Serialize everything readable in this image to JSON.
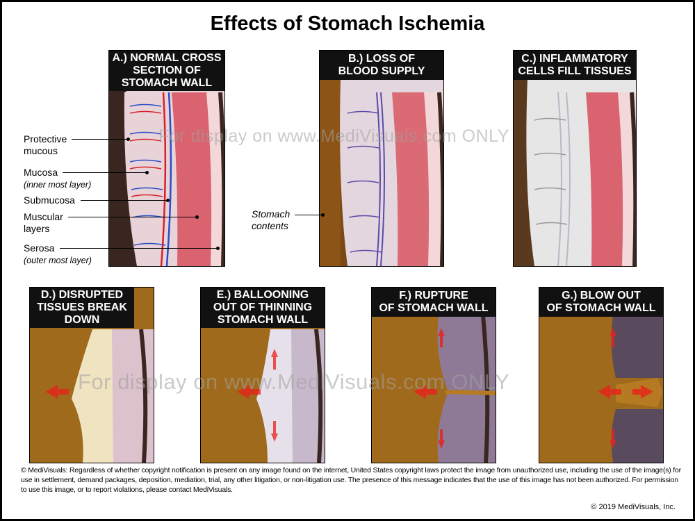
{
  "title": "Effects of Stomach Ischemia",
  "panels": {
    "a": "A.) NORMAL CROSS\nSECTION OF\nSTOMACH WALL",
    "b": "B.) LOSS OF\nBLOOD SUPPLY",
    "c": "C.) INFLAMMATORY\nCELLS FILL TISSUES",
    "d": "D.) DISRUPTED\nTISSUES BREAK\nDOWN",
    "e": "E.) BALLOONING\nOUT OF THINNING\nSTOMACH WALL",
    "f": "F.) RUPTURE\nOF STOMACH WALL",
    "g": "G.) BLOW OUT\nOF STOMACH WALL"
  },
  "labels": {
    "protective": "Protective",
    "mucous": "mucous",
    "mucosa": "Mucosa",
    "mucosa_note": "(inner most layer)",
    "submucosa": "Submucosa",
    "muscular": "Muscular",
    "layers": "layers",
    "serosa": "Serosa",
    "serosa_note": "(outer most layer)",
    "stomach": "Stomach",
    "contents": "contents"
  },
  "watermark": "For display on www.MediVisuals.com ONLY",
  "copyright": "© MediVisuals: Regardless of whether copyright notification is present on any image found on the internet, United States copyright laws protect the image from unauthorized use, including the use of the image(s) for use in settlement, demand packages, deposition, mediation, trial, any other litigation, or non-litigation use.  The presence of this message indicates that the use of this image has not been authorized.  For permission to use this image, or to report violations, please contact MediVisuals.",
  "year_notice": "© 2019 MediVisuals, Inc.",
  "colors": {
    "header_bg": "#111111",
    "muscle": "#d9636e",
    "mucosa": "#e8d8dc",
    "artery": "#d8202a",
    "vein": "#2a4cc8",
    "contents_dark": "#6b4010",
    "contents_gold": "#b57a22",
    "arrow": "#e8201a"
  }
}
